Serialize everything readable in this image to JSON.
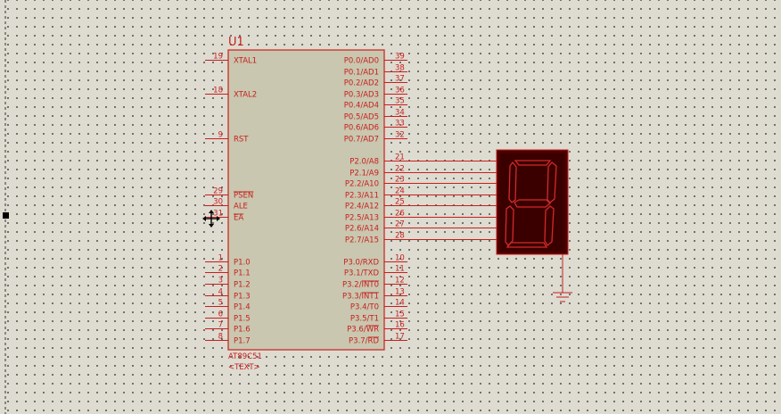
{
  "chip": {
    "ref": "U1",
    "part": "AT89C51",
    "text": "<TEXT>",
    "left_pins": [
      {
        "num": "19",
        "name": "XTAL1",
        "slot": 0
      },
      {
        "num": "18",
        "name": "XTAL2",
        "slot": 3
      },
      {
        "num": "9",
        "name": "RST",
        "slot": 7
      },
      {
        "num": "29",
        "name": "PSEN",
        "slot": 12,
        "overline": true
      },
      {
        "num": "30",
        "name": "ALE",
        "slot": 13
      },
      {
        "num": "31",
        "name": "EA",
        "slot": 14,
        "overline": true
      },
      {
        "num": "1",
        "name": "P1.0",
        "slot": 18
      },
      {
        "num": "2",
        "name": "P1.1",
        "slot": 19
      },
      {
        "num": "3",
        "name": "P1.2",
        "slot": 20
      },
      {
        "num": "4",
        "name": "P1.3",
        "slot": 21
      },
      {
        "num": "5",
        "name": "P1.4",
        "slot": 22
      },
      {
        "num": "6",
        "name": "P1.5",
        "slot": 23
      },
      {
        "num": "7",
        "name": "P1.6",
        "slot": 24
      },
      {
        "num": "8",
        "name": "P1.7",
        "slot": 25
      }
    ],
    "right_pins": [
      {
        "num": "39",
        "name": "P0.0/AD0",
        "slot": 0
      },
      {
        "num": "38",
        "name": "P0.1/AD1",
        "slot": 1
      },
      {
        "num": "37",
        "name": "P0.2/AD2",
        "slot": 2
      },
      {
        "num": "36",
        "name": "P0.3/AD3",
        "slot": 3
      },
      {
        "num": "35",
        "name": "P0.4/AD4",
        "slot": 4
      },
      {
        "num": "34",
        "name": "P0.5/AD5",
        "slot": 5
      },
      {
        "num": "33",
        "name": "P0.6/AD6",
        "slot": 6
      },
      {
        "num": "32",
        "name": "P0.7/AD7",
        "slot": 7
      },
      {
        "num": "21",
        "name": "P2.0/A8",
        "slot": 9
      },
      {
        "num": "22",
        "name": "P2.1/A9",
        "slot": 10
      },
      {
        "num": "23",
        "name": "P2.2/A10",
        "slot": 11
      },
      {
        "num": "24",
        "name": "P2.3/A11",
        "slot": 12
      },
      {
        "num": "25",
        "name": "P2.4/A12",
        "slot": 13
      },
      {
        "num": "26",
        "name": "P2.5/A13",
        "slot": 14
      },
      {
        "num": "27",
        "name": "P2.6/A14",
        "slot": 15
      },
      {
        "num": "28",
        "name": "P2.7/A15",
        "slot": 16
      },
      {
        "num": "10",
        "name": "P3.0/RXD",
        "slot": 18
      },
      {
        "num": "11",
        "name": "P3.1/TXD",
        "slot": 19
      },
      {
        "num": "12",
        "name": "P3.2/INT0",
        "slot": 20,
        "overline_part": "INT0"
      },
      {
        "num": "13",
        "name": "P3.3/INT1",
        "slot": 21,
        "overline_part": "INT1"
      },
      {
        "num": "14",
        "name": "P3.4/T0",
        "slot": 22
      },
      {
        "num": "15",
        "name": "P3.5/T1",
        "slot": 23
      },
      {
        "num": "16",
        "name": "P3.6/WR",
        "slot": 24,
        "overline_part": "WR"
      },
      {
        "num": "17",
        "name": "P3.7/RD",
        "slot": 25,
        "overline_part": "RD"
      }
    ],
    "connected_right_slots": [
      9,
      10,
      11,
      12,
      13,
      14,
      15,
      16
    ]
  },
  "display": {
    "digit_segments_visible": [
      "a",
      "b",
      "c",
      "d",
      "e",
      "f",
      "g"
    ]
  },
  "colors": {
    "background": "#dedbd0",
    "chip_fill": "#c9c7af",
    "line": "#c81e1e",
    "display_body": "#4a0000",
    "segment": "#d42a2a"
  },
  "icons": {
    "cursor": "move-cursor-icon",
    "marker": "square-marker-icon",
    "ground": "ground-icon"
  }
}
